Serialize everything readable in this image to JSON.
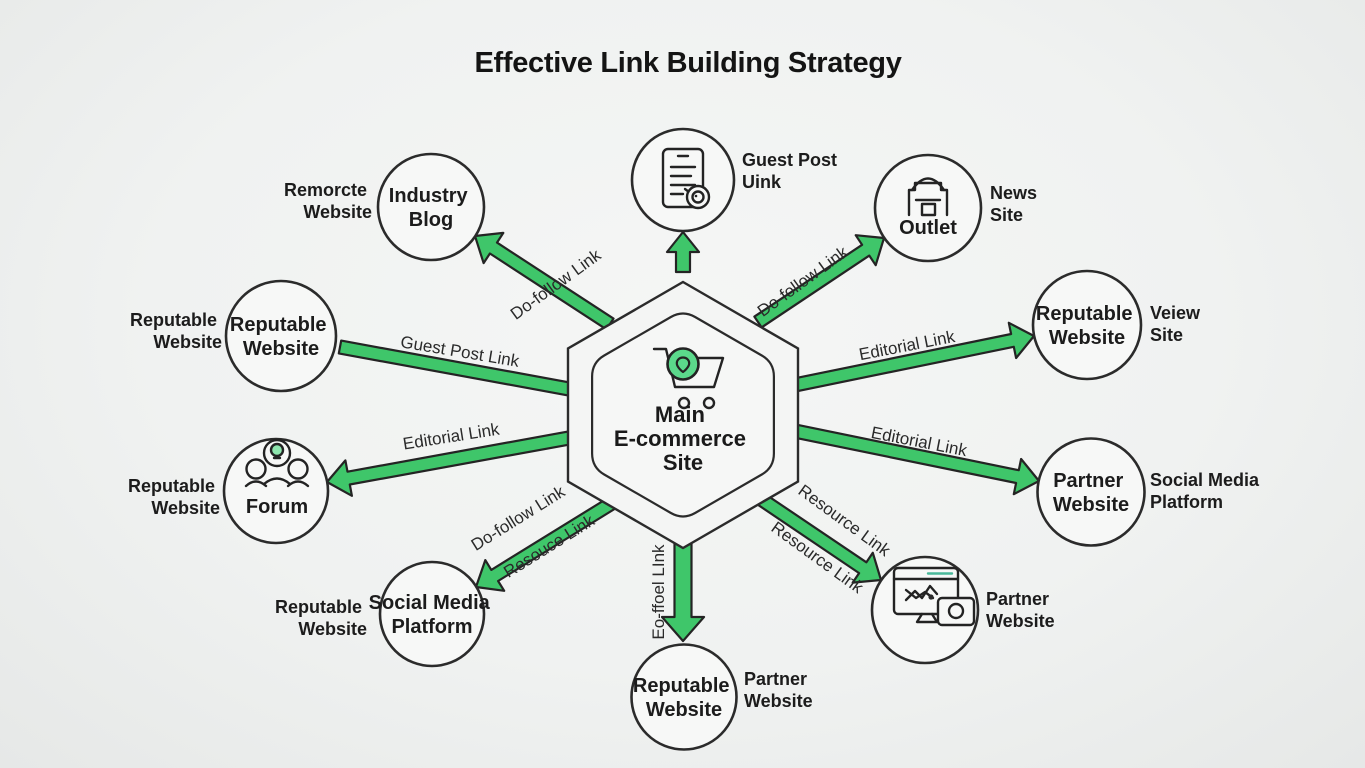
{
  "title": "Effective Link Building Strategy",
  "center": {
    "lines": [
      "Main",
      "E-commerce",
      "Site"
    ],
    "icon": "shopping-cart-with-location-pin"
  },
  "nodes": {
    "top": {
      "inside": [
        "",
        ""
      ],
      "outside": [
        "Guest Post",
        "Uink"
      ],
      "icon": "document-page"
    },
    "top_left": {
      "inside": [
        "Industry",
        "Blog"
      ],
      "outside": [
        "Remorcte",
        "Website"
      ]
    },
    "top_right": {
      "inside": [
        "Outlet",
        ""
      ],
      "outside": [
        "News",
        "Site"
      ],
      "icon": "storefront-building"
    },
    "left": {
      "inside": [
        "Reputable",
        "Website"
      ],
      "outside": [
        "Reputable",
        "Website"
      ]
    },
    "right": {
      "inside": [
        "Reputable",
        "Website"
      ],
      "outside": [
        "Veiew",
        "Site"
      ]
    },
    "lower_left": {
      "inside": [
        "Forum",
        ""
      ],
      "outside": [
        "Reputable",
        "Website"
      ],
      "icon": "community-people-idea"
    },
    "lower_right": {
      "inside": [
        "Partner",
        "Website"
      ],
      "outside": [
        "Social Media",
        "Platform"
      ]
    },
    "bottom_left": {
      "inside": [
        "Social Media",
        "Platform"
      ],
      "outside": [
        "Reputable",
        "Website"
      ]
    },
    "bottom_right": {
      "inside": [
        "",
        ""
      ],
      "outside": [
        "Partner",
        "Website"
      ],
      "icon": "website-monitor"
    },
    "bottom": {
      "inside": [
        "Reputable",
        "Website"
      ],
      "outside": [
        "Partner",
        "Website"
      ]
    }
  },
  "edges": {
    "top_left": "Do-follow Link",
    "left": "Guest Post Link",
    "lower_left": "Editorial Link",
    "bottom_left_a": "Do-follow Link",
    "bottom_left_b": "Resouce Link",
    "bottom": "Eo-ffoel LInk",
    "top_right": "Do-follow Link",
    "right_upper": "Editorial Link",
    "right_lower": "Editorial Link",
    "bottom_right_a": "Resource Link",
    "bottom_right_b": "Resource Link"
  },
  "colors": {
    "arrow_green": "#3fc66a",
    "outline": "#2b2b2b",
    "pin_green": "#5bd98b",
    "bulb_green": "#8ee6ae",
    "background": "#f0f2f1",
    "text": "#1c1c1c"
  }
}
